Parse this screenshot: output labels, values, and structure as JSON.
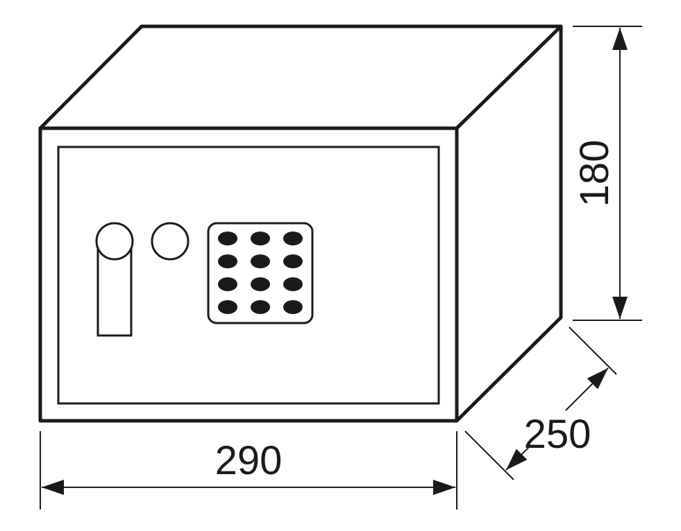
{
  "dimensions": {
    "width": "290",
    "height": "180",
    "depth": "250"
  },
  "keypad": {
    "rows": 4,
    "columns": 3
  },
  "colors": {
    "line": "#1a1a1a",
    "background": "#ffffff"
  }
}
